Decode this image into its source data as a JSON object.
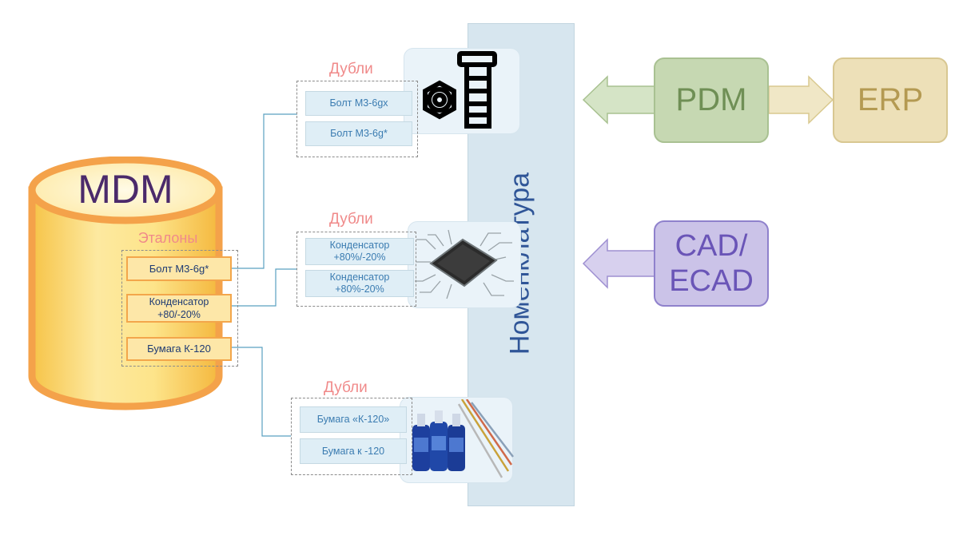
{
  "mdm": {
    "title": "MDM",
    "etalon_title": "Эталоны"
  },
  "etalons": [
    {
      "label": "Болт М3-6g*"
    },
    {
      "label": "Конденсатор +80/-20%"
    },
    {
      "label": "Бумага К-120"
    }
  ],
  "groups": [
    {
      "title": "Дубли",
      "items": [
        "Болт М3-6gх",
        "Болт М3-6g*"
      ],
      "icon": "bolt-nut-icon"
    },
    {
      "title": "Дубли",
      "items": [
        "Конденсатор +80%/-20%",
        "Конденсатор +80%-20%"
      ],
      "icon": "chip-icon"
    },
    {
      "title": "Дубли",
      "items": [
        "Бумага «К-120»",
        "Бумага к -120"
      ],
      "icon": "bottles-wires-icon"
    }
  ],
  "nomenclature": {
    "label": "Номенклатура"
  },
  "systems": {
    "pdm": "PDM",
    "erp": "ERP",
    "cad_line1": "CAD/",
    "cad_line2": "ECAD"
  },
  "colors": {
    "mdm_fill": "#fde48a",
    "mdm_border": "#f4a24a",
    "mdm_text": "#4b2a6b",
    "dubl_title": "#f08a8a",
    "nomen_text": "#2f5597",
    "pdm_fill": "#c6d8b2",
    "erp_fill": "#ede0b8",
    "cad_fill": "#cbc3e8"
  }
}
